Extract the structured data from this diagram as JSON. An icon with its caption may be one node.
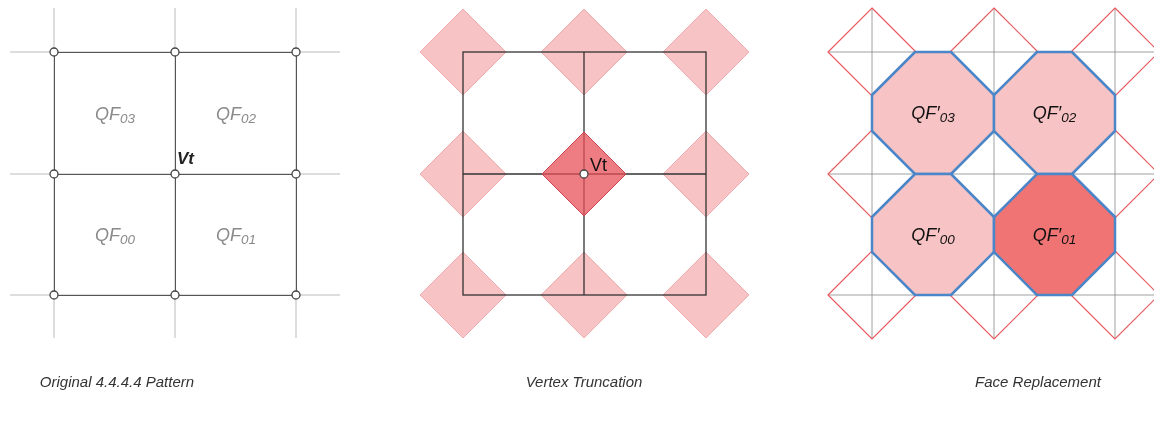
{
  "diagram": {
    "nodes": [
      {
        "text": [
          "QF$_{03}$"
        ]
      },
      {
        "text": [
          "QF$_{02}$"
        ]
      },
      {
        "text": [
          "QF$_{00}$"
        ]
      },
      {
        "text": [
          "QF$_{01}$"
        ]
      },
      {
        "text": [
          "Vt"
        ]
      },
      {
        "text": [
          "QF′$_{03}$"
        ]
      },
      {
        "text": [
          "QF′$_{02}$"
        ]
      },
      {
        "text": [
          "QF′$_{00}$"
        ]
      },
      {
        "text": [
          "QF′$_{01}$"
        ]
      }
    ],
    "labels": [
      "Vt",
      "Original 4.4.4.4 Pattern",
      "Vertex Truncation",
      "Face Replacement"
    ]
  }
}
